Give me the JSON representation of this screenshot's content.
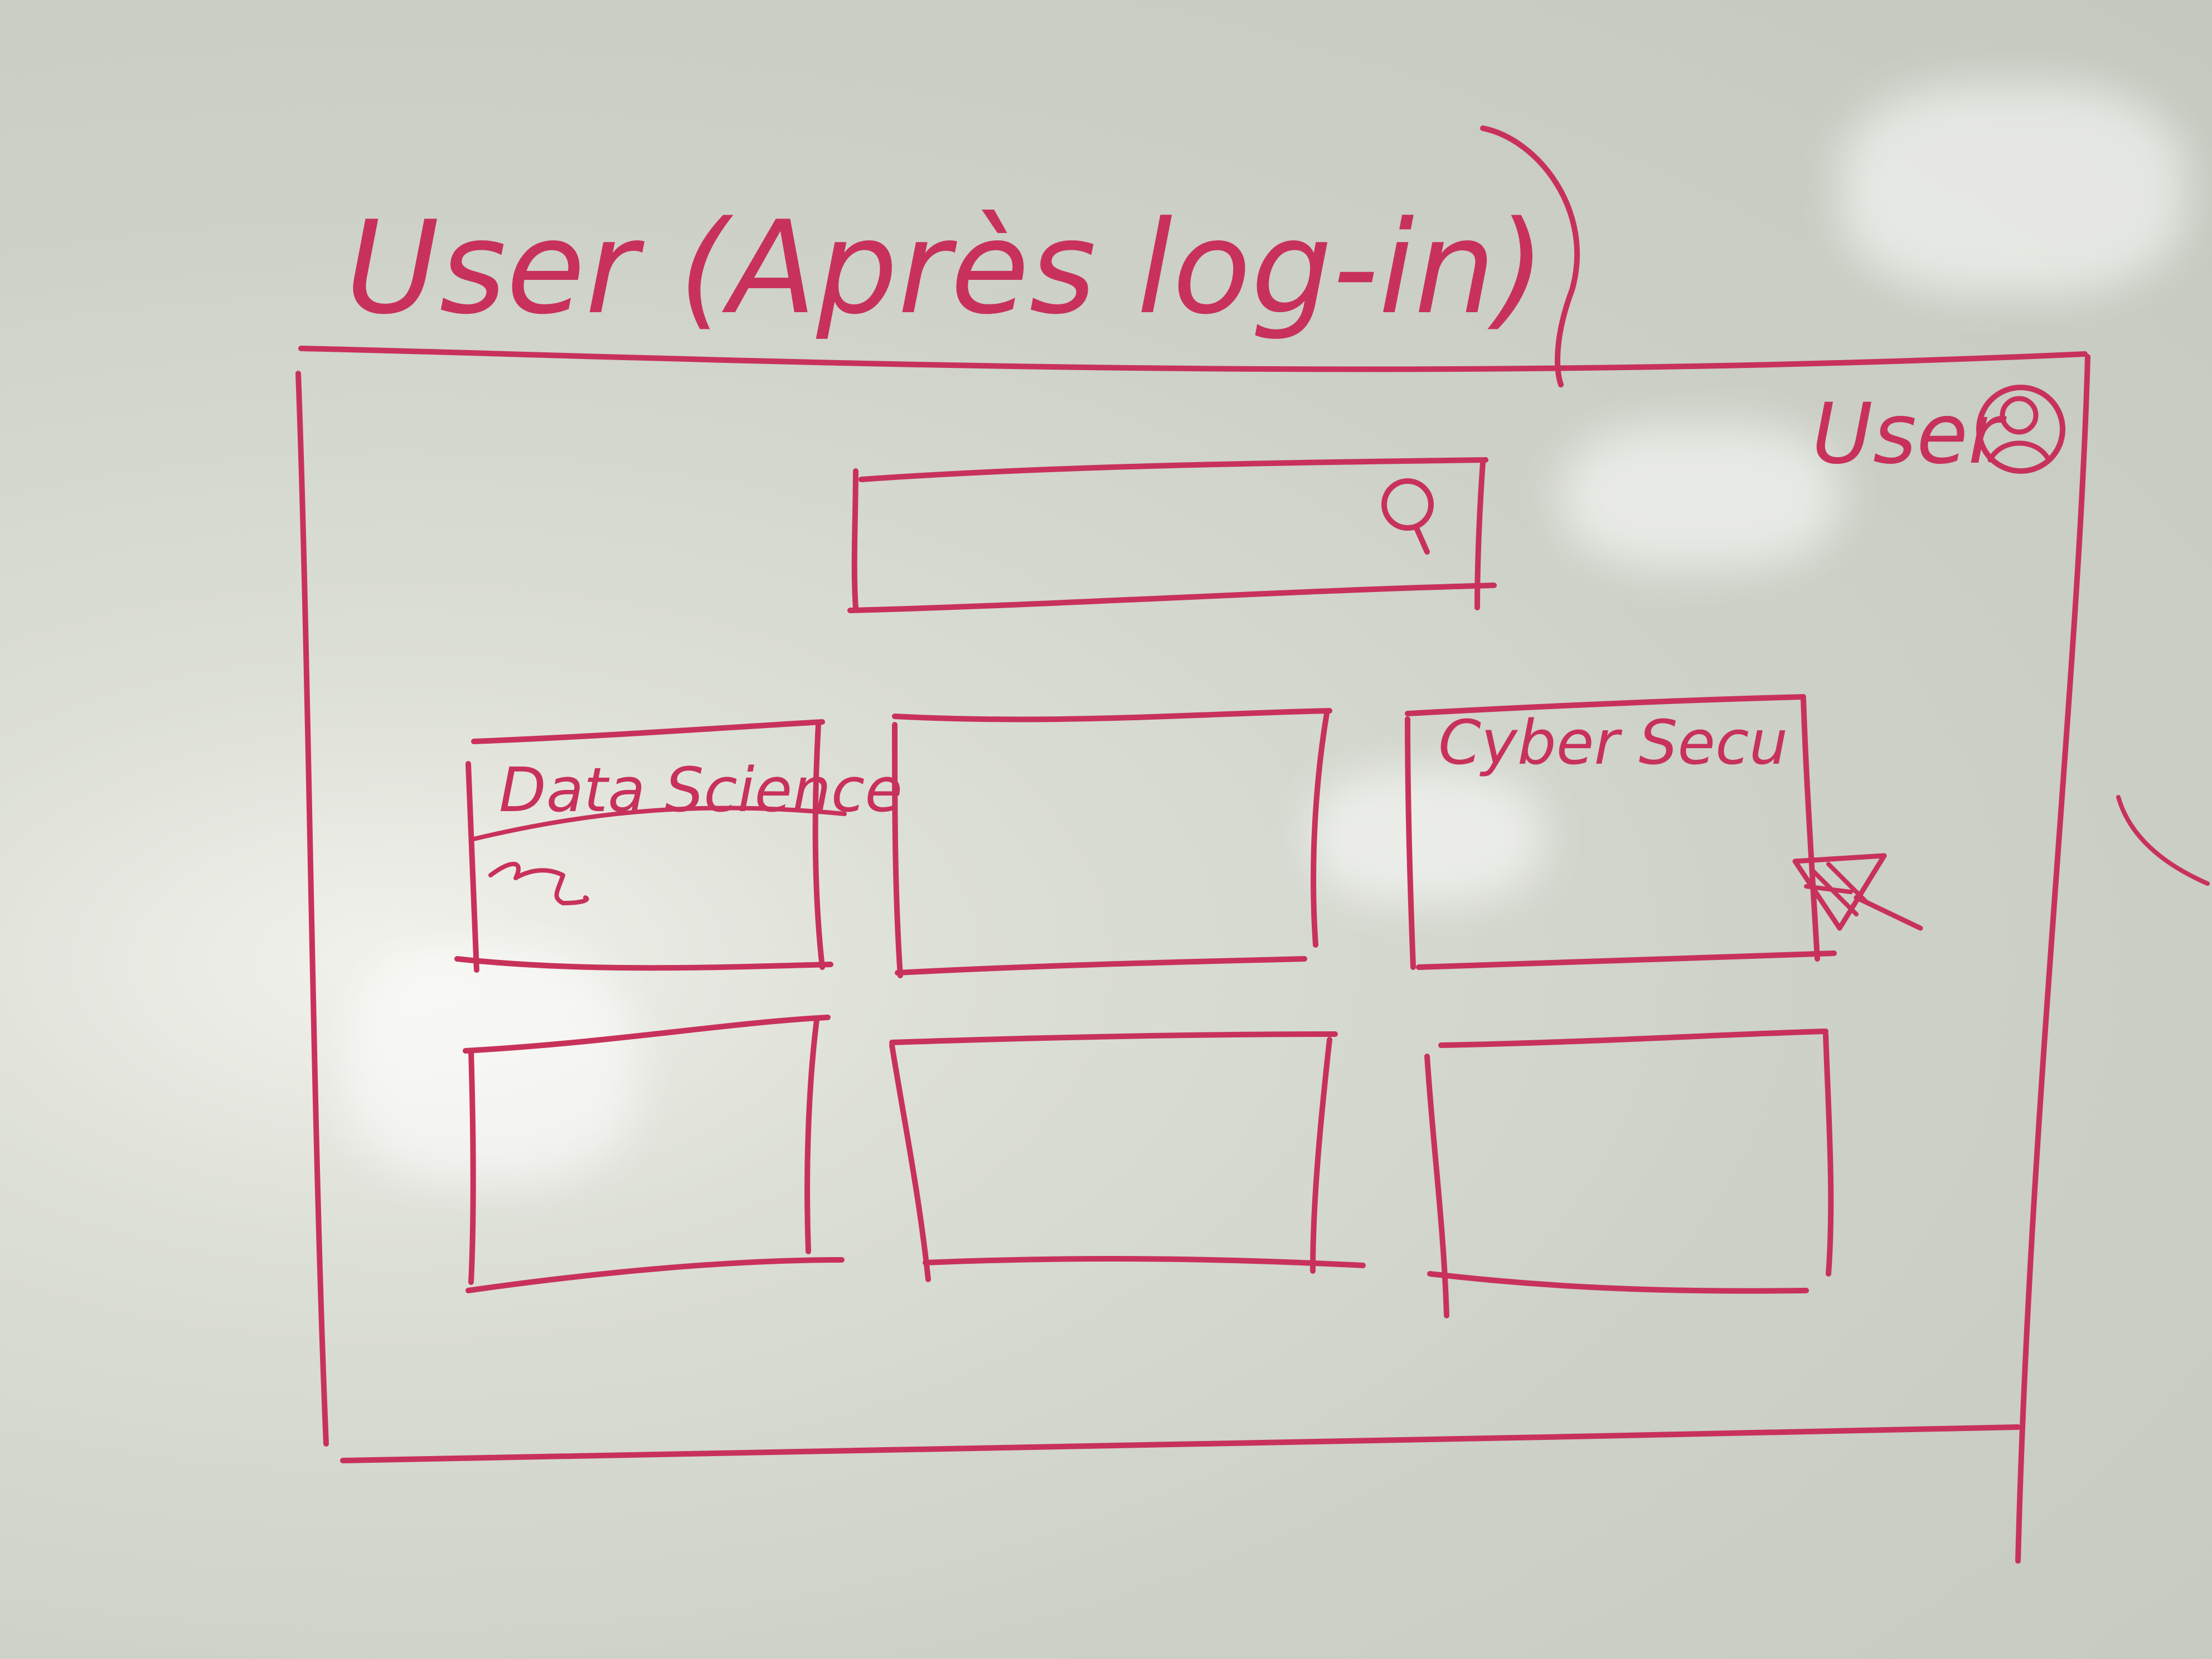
{
  "whiteboard": {
    "ink_color": "#c8325a",
    "board_color": "#cfd3c9",
    "title": "User (Après log-in)",
    "header": {
      "user_label": "User",
      "user_icon": "user-circle-icon"
    },
    "search": {
      "placeholder": "",
      "icon": "search-icon"
    },
    "cards": [
      {
        "title": "Data Science",
        "content_mark": "squiggle"
      },
      {
        "title": ""
      },
      {
        "title": "Cyber Secu",
        "cursor_icon": "cursor-arrow-icon"
      },
      {
        "title": ""
      },
      {
        "title": ""
      },
      {
        "title": ""
      }
    ]
  }
}
